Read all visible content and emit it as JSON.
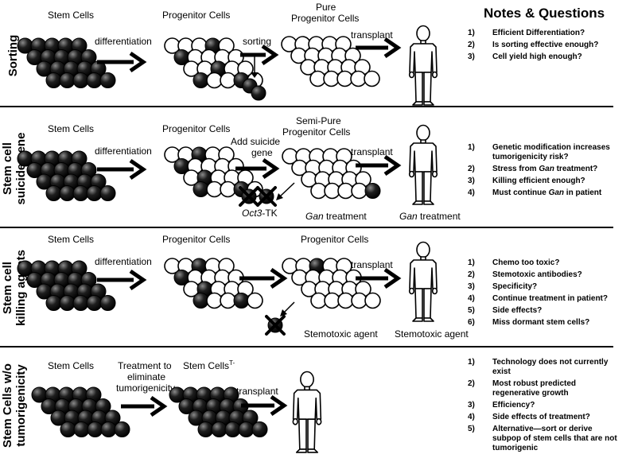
{
  "notes_title": "Notes & Questions",
  "rows": [
    {
      "label_lines": [
        "Sorting"
      ],
      "texts": {
        "stem": "Stem Cells",
        "diff": "differentiation",
        "prog": "Progenitor Cells",
        "sorting": "sorting",
        "pure1": "Pure",
        "pure2": "Progenitor Cells",
        "transplant": "transplant"
      },
      "notes": [
        {
          "num": "1)",
          "lines": [
            "Efficient Differentiation?"
          ]
        },
        {
          "num": "2)",
          "lines": [
            "Is sorting effective enough?"
          ]
        },
        {
          "num": "3)",
          "lines": [
            "Cell yield high enough?"
          ]
        }
      ]
    },
    {
      "label_lines": [
        "Stem cell",
        "suicide gene"
      ],
      "texts": {
        "stem": "Stem Cells",
        "diff": "differentiation",
        "prog": "Progenitor Cells",
        "add1": "Add suicide",
        "add2": "gene",
        "semi1": "Semi-Pure",
        "semi2": "Progenitor Cells",
        "transplant": "transplant",
        "oct_italic": "Oct3",
        "oct_rest": "-TK",
        "gan1_italic": "Gan",
        "gan1_rest": " treatment",
        "gan2_italic": "Gan",
        "gan2_rest": " treatment"
      },
      "notes": [
        {
          "num": "1)",
          "lines": [
            "Genetic modification increases",
            "tumorigenicity risk?"
          ]
        },
        {
          "num": "2)",
          "pre": "Stress from ",
          "italic": "Gan",
          "post": " treatment?"
        },
        {
          "num": "3)",
          "lines": [
            "Killing efficient enough?"
          ]
        },
        {
          "num": "4)",
          "pre": "Must continue ",
          "italic": "Gan",
          "post": " in patient"
        }
      ]
    },
    {
      "label_lines": [
        "Stem cell",
        "killing agents"
      ],
      "texts": {
        "stem": "Stem Cells",
        "diff": "differentiation",
        "prog": "Progenitor Cells",
        "prog2": "Progenitor Cells",
        "transplant": "transplant",
        "agent1": "Stemotoxic agent",
        "agent2": "Stemotoxic agent"
      },
      "notes": [
        {
          "num": "1)",
          "lines": [
            "Chemo too toxic?"
          ]
        },
        {
          "num": "2)",
          "lines": [
            "Stemotoxic antibodies?"
          ]
        },
        {
          "num": "3)",
          "lines": [
            "Specificity?"
          ]
        },
        {
          "num": "4)",
          "lines": [
            "Continue treatment in patient?"
          ]
        },
        {
          "num": "5)",
          "lines": [
            "Side effects?"
          ]
        },
        {
          "num": "6)",
          "lines": [
            "Miss dormant stem cells?"
          ]
        }
      ]
    },
    {
      "label_lines": [
        "Stem Cells w/o",
        "tumorigenicity"
      ],
      "texts": {
        "stem": "Stem Cells",
        "treat1": "Treatment to",
        "treat2": "eliminate",
        "treat3": "tumorigenicity",
        "stemT": "Stem Cells",
        "stemT_sup": "T-",
        "transplant": "transplant"
      },
      "notes": [
        {
          "num": "1)",
          "lines": [
            "Technology does not currently",
            "exist"
          ]
        },
        {
          "num": "2)",
          "lines": [
            "Most robust predicted",
            "regenerative growth"
          ]
        },
        {
          "num": "3)",
          "lines": [
            "Efficiency?"
          ]
        },
        {
          "num": "4)",
          "lines": [
            "Side effects of treatment?"
          ]
        },
        {
          "num": "5)",
          "lines": [
            "Alternative—sort or derive",
            "subpop of stem cells that are not",
            "tumorigenic"
          ]
        }
      ]
    }
  ]
}
